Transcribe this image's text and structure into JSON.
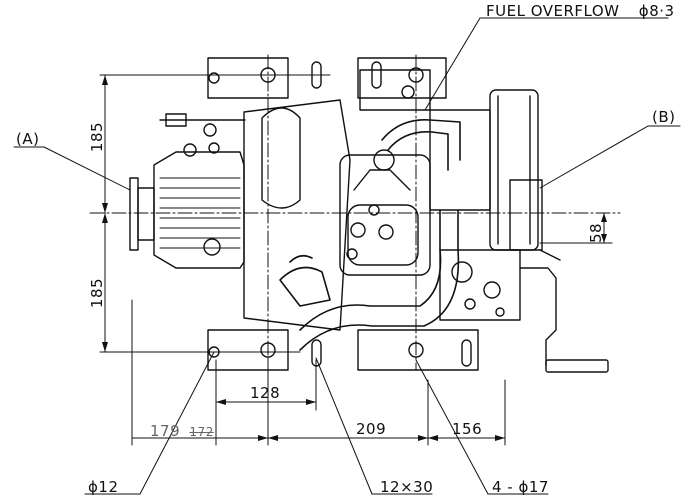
{
  "labels": {
    "fuel_overflow": "FUEL OVERFLOW",
    "fuel_overflow_dia": "ϕ8·3",
    "view_a": "(A)",
    "view_b": "(B)",
    "dim_185_top": "185",
    "dim_185_bottom": "185",
    "dim_58": "58",
    "dim_128": "128",
    "dim_179": "179",
    "dim_172_struck": "172",
    "dim_209": "209",
    "dim_156": "156",
    "hole_12": "ϕ12",
    "slot_12x30": "12×30",
    "holes_4x17": "4 - ϕ17"
  },
  "colors": {
    "ink": "#111111",
    "paper": "#ffffff"
  }
}
